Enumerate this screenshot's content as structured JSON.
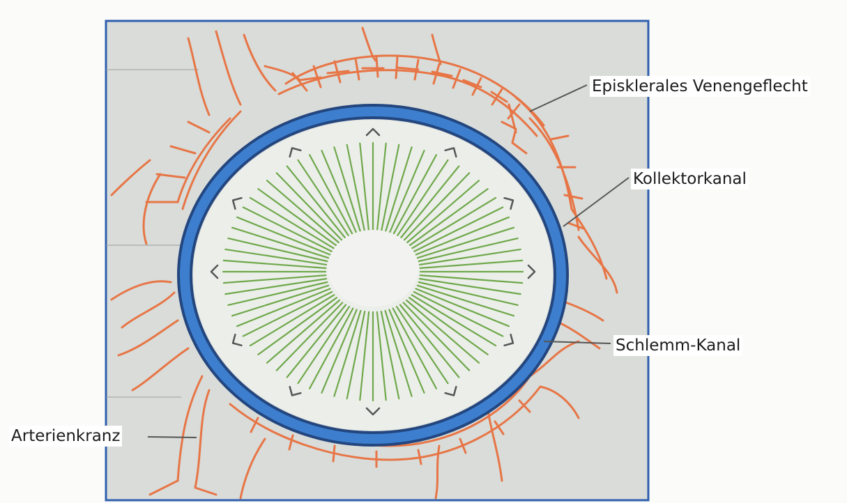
{
  "labels": {
    "episkleral": "Episklerales Venengeflecht",
    "kollektor": "Kollektorkanal",
    "schlemm": "Schlemm-Kanal",
    "arterien": "Arterienkranz"
  },
  "colors": {
    "background": "#fbfbf9",
    "panel": "#d9dcd8",
    "frame": "#2f5fae",
    "vessels": "#e8703f",
    "schlemm_canal": "#3d7fce",
    "schlemm_dark": "#23467f",
    "radial_fibers": "#6ea84a",
    "lens_center": "#f2f3f0",
    "arrows": "#555555"
  }
}
